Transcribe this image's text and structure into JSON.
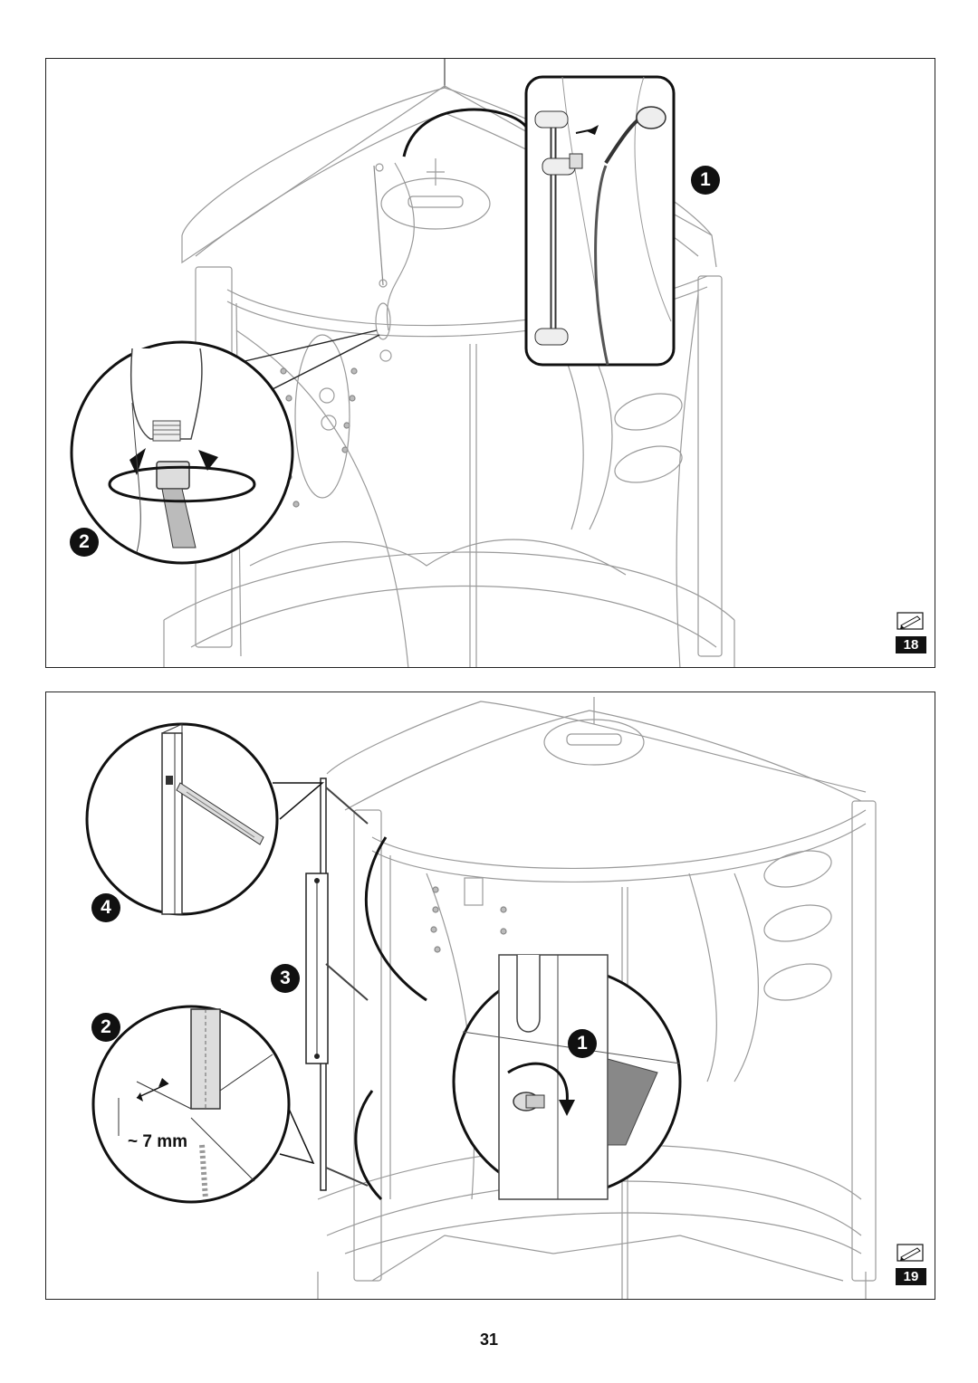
{
  "page": {
    "number": "31"
  },
  "figures": [
    {
      "number": "18",
      "icon": "pencil-icon",
      "steps": [
        "1",
        "2"
      ]
    },
    {
      "number": "19",
      "icon": "pencil-icon",
      "steps": [
        "1",
        "2",
        "3",
        "4"
      ],
      "measurement": "~ 7 mm"
    }
  ]
}
